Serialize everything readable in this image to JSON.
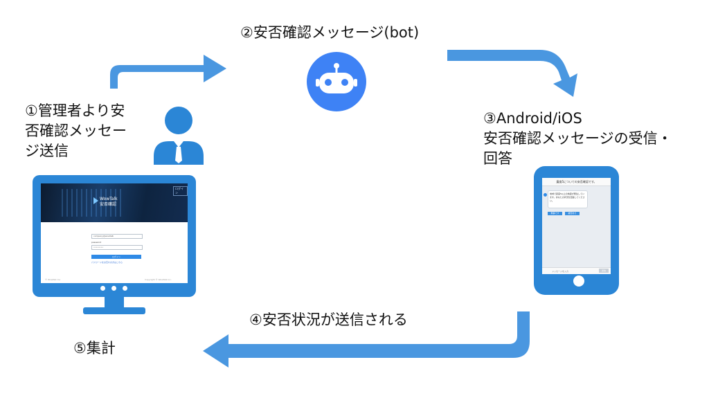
{
  "colors": {
    "arrow": "#4a97e0",
    "device": "#2b86d6",
    "bot_circle": "#3e82f5"
  },
  "steps": {
    "step1": "①管理者より安\n否確認メッセー\nジ送信",
    "step2": "②安否確認メッセージ(bot)",
    "step3": "③Android/iOS\n安否確認メッセージの受信・\n回答",
    "step4": "④安否状況が送信される",
    "step5": "⑤集計"
  },
  "icons": [
    "robot-icon",
    "administrator-person-icon",
    "monitor-icon",
    "smartphone-icon"
  ],
  "monitor_screen": {
    "brand": "WowTalk\n安否確認",
    "top_button": "ログイン",
    "id_field": "company@wowtalk",
    "pw_label": "password",
    "pw_field": "••••••••",
    "login_button": "ログイン",
    "forgot_link": "パスワードをお忘れの方はこちら",
    "footer_left": "© WowTalk Inc.",
    "footer_right": "Copyright © WowTalk Inc."
  },
  "phone_screen": {
    "chat_title": "震度5についての安否確認です。",
    "message": "地域で震度5以上の地震が発生しています。あなたの状況を回答してください。",
    "reply_options": [
      "無事です",
      "被害あり"
    ],
    "input_placeholder": "メッセージを入力",
    "send_button": "送信"
  }
}
